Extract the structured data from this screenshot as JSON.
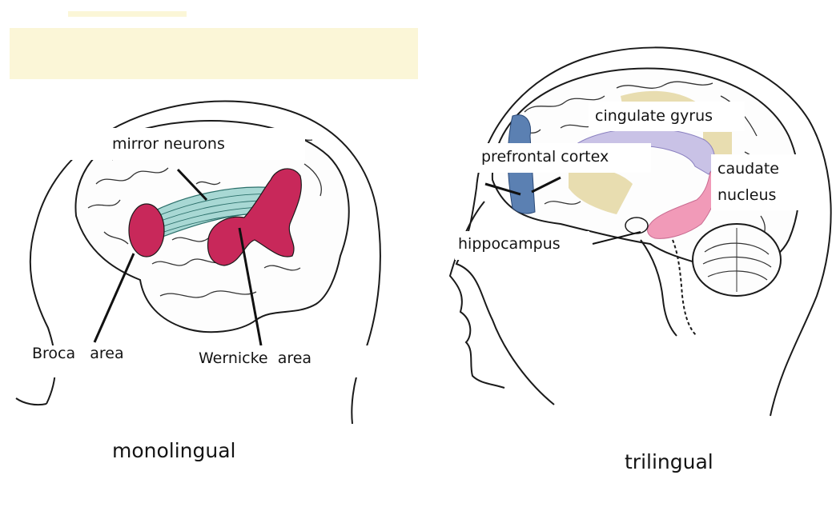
{
  "left_panel": {
    "labels": {
      "mirror_neurons": "mirror neurons",
      "broca": "Broca   area",
      "wernicke": "Wernicke  area"
    },
    "caption": "monolingual"
  },
  "right_panel": {
    "labels": {
      "cingulate_gyrus": "cingulate gyrus",
      "prefrontal_cortex": "prefrontal cortex",
      "caudate": "caudate",
      "nucleus": "nucleus",
      "hippocampus": "hippocampus"
    },
    "caption": "trilingual"
  },
  "colors": {
    "line": "#1a1a1a",
    "broca_wernicke": "#c8285a",
    "mirror_band": "#a8d8d4",
    "prefrontal": "#5b80b2",
    "cingulate": "#c9c2e6",
    "tan_region": "#e8ddb0",
    "caudate": "#f19ab8",
    "banner": "#fbf6d7"
  }
}
